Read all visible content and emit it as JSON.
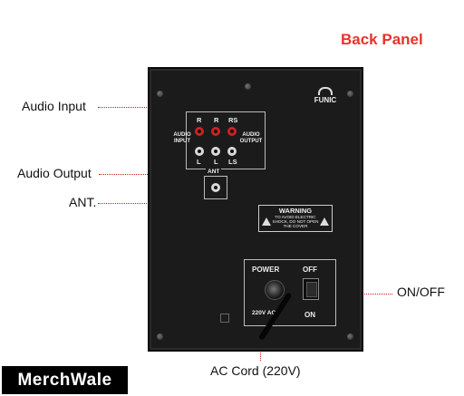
{
  "title": "Back Panel",
  "callouts": {
    "audio_input": "Audio Input",
    "audio_output": "Audio Output",
    "ant": "ANT.",
    "on_off": "ON/OFF",
    "ac_cord": "AC Cord (220V)"
  },
  "panel": {
    "logo": "FUNIC",
    "io": {
      "top_labels": [
        "R",
        "R",
        "RS"
      ],
      "bottom_labels": [
        "L",
        "L",
        "LS"
      ],
      "left_label": "AUDIO\nINPUT",
      "right_label": "AUDIO\nOUTPUT"
    },
    "ant_label": "ANT",
    "warning": {
      "title": "WARNING",
      "text": "TO AVOID ELECTRIC SHOCK, DO NOT OPEN THE COVER"
    },
    "power": {
      "power_label": "POWER",
      "off_label": "OFF",
      "on_label": "ON",
      "ac_label": "220V AC"
    }
  },
  "brand": "MerchWale",
  "colors": {
    "accent": "#e8322b",
    "leader": "#d01818",
    "panel": "#1b1b1b"
  }
}
